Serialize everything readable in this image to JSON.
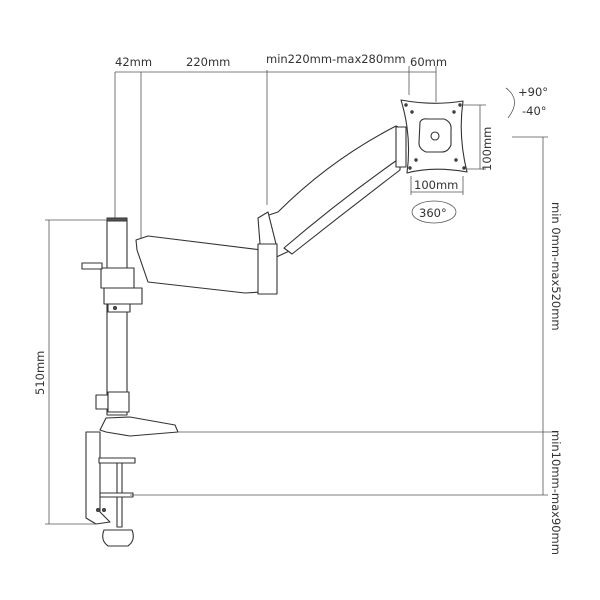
{
  "dimensions": {
    "pole_offset": "42mm",
    "arm1_length": "220mm",
    "arm2_length": "min220mm-max280mm",
    "head_offset": "60mm",
    "vesa_height": "100mm",
    "vesa_width": "100mm",
    "rotation": "360°",
    "tilt_up": "+90°",
    "tilt_down": "-40°",
    "height_range": "min 0mm-max520mm",
    "pole_height": "510mm",
    "desk_thickness": "min10mm-max90mm"
  }
}
